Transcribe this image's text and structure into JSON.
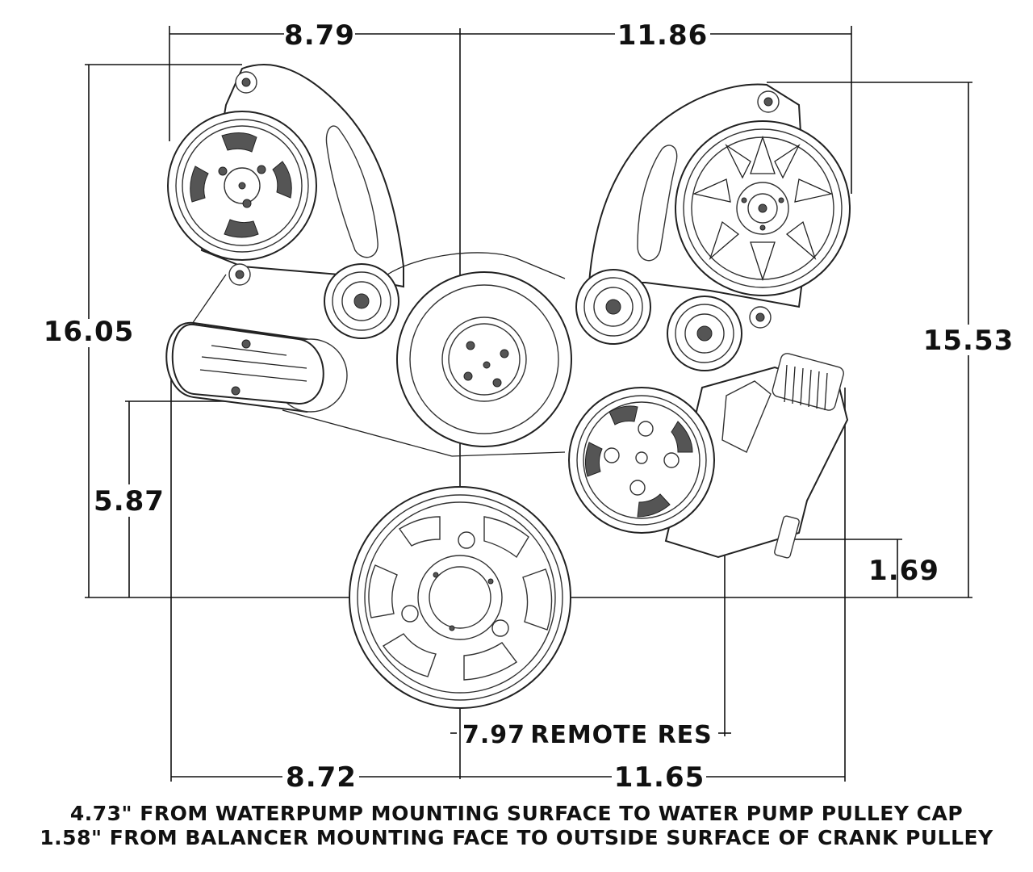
{
  "dimensions": {
    "top_left": "8.79",
    "top_right": "11.86",
    "left_height": "16.05",
    "right_height": "15.53",
    "left_lower": "5.87",
    "right_lower": "1.69",
    "reservoir": "7.97",
    "reservoir_label": "REMOTE RES",
    "bottom_left": "8.72",
    "bottom_right": "11.65"
  },
  "notes": {
    "line1": "4.73\" FROM WATERPUMP MOUNTING SURFACE TO WATER PUMP PULLEY CAP",
    "line2": "1.58\" FROM BALANCER MOUNTING FACE TO OUTSIDE SURFACE OF CRANK PULLEY"
  }
}
